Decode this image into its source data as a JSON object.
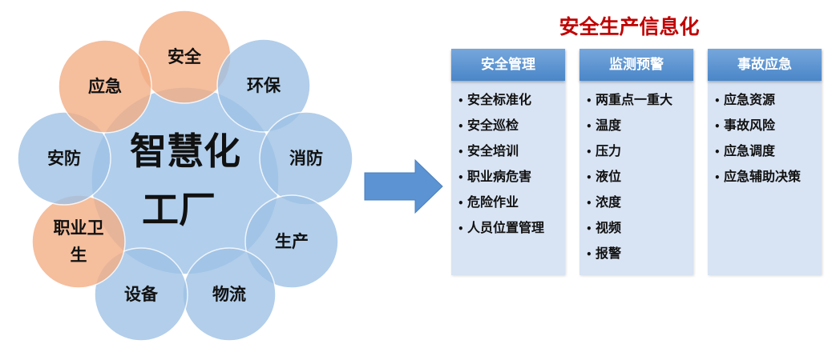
{
  "wheel": {
    "center": [
      "智慧化",
      "工厂"
    ],
    "items": [
      {
        "label": "安全",
        "color": "orange"
      },
      {
        "label": "环保",
        "color": "blue"
      },
      {
        "label": "消防",
        "color": "blue"
      },
      {
        "label": "生产",
        "color": "blue"
      },
      {
        "label": "物流",
        "color": "blue"
      },
      {
        "label": "设备",
        "color": "blue"
      },
      {
        "label": "职业卫",
        "label2": "生",
        "color": "orange"
      },
      {
        "label": "安防",
        "color": "blue"
      },
      {
        "label": "应急",
        "color": "orange"
      }
    ],
    "colors": {
      "blue": "#9fc2e6",
      "orange": "#f3ae85"
    }
  },
  "title": "安全生产信息化",
  "columns": [
    {
      "header": "安全管理",
      "items": [
        "安全标准化",
        "安全巡检",
        "安全培训",
        "职业病危害",
        "危险作业",
        "人员位置管理"
      ]
    },
    {
      "header": "监测预警",
      "items": [
        "两重点一重大",
        "温度",
        "压力",
        "液位",
        "浓度",
        "视频",
        "报警"
      ]
    },
    {
      "header": "事故应急",
      "items": [
        "应急资源",
        "事故风险",
        "应急调度",
        "应急辅助决策"
      ]
    }
  ],
  "bullet": "•"
}
